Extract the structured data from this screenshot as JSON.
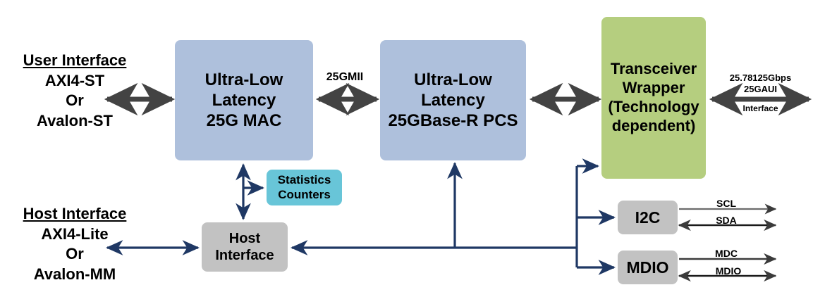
{
  "diagram": {
    "title": "25G Ultra-Low Latency Ethernet block diagram",
    "colors": {
      "mac_pcs_blue": "#aec0dc",
      "transceiver_green": "#b5ce7f",
      "statistics_cyan": "#68c5d8",
      "host_gray": "#c2c2c2",
      "thick_arrow": "#434343",
      "thin_wire": "#1f3864",
      "background": "#ffffff"
    }
  },
  "blocks": {
    "mac": {
      "line1": "Ultra-Low",
      "line2": "Latency",
      "line3": "25G MAC"
    },
    "pcs": {
      "line1": "Ultra-Low",
      "line2": "Latency",
      "line3": "25GBase-R PCS"
    },
    "transceiver": {
      "line1": "Transceiver",
      "line2": "Wrapper",
      "line3": "(Technology",
      "line4": "dependent)"
    },
    "statistics": {
      "line1": "Statistics",
      "line2": "Counters"
    },
    "host": {
      "line1": "Host",
      "line2": "Interface"
    },
    "i2c": {
      "label": "I2C"
    },
    "mdio": {
      "label": "MDIO"
    }
  },
  "captions": {
    "user_interface": {
      "header": "User Interface",
      "option1": "AXI4-ST",
      "conjunction": "Or",
      "option2": "Avalon-ST"
    },
    "host_interface": {
      "header": "Host Interface",
      "option1": "AXI4-Lite",
      "conjunction": "Or",
      "option2": "Avalon-MM"
    }
  },
  "labels": {
    "gmii": "25GMII",
    "aui_rate": "25.78125Gbps",
    "aui_name": "25GAUI",
    "aui_interface": "Interface",
    "scl": "SCL",
    "sda": "SDA",
    "mdc": "MDC",
    "mdio": "MDIO"
  }
}
